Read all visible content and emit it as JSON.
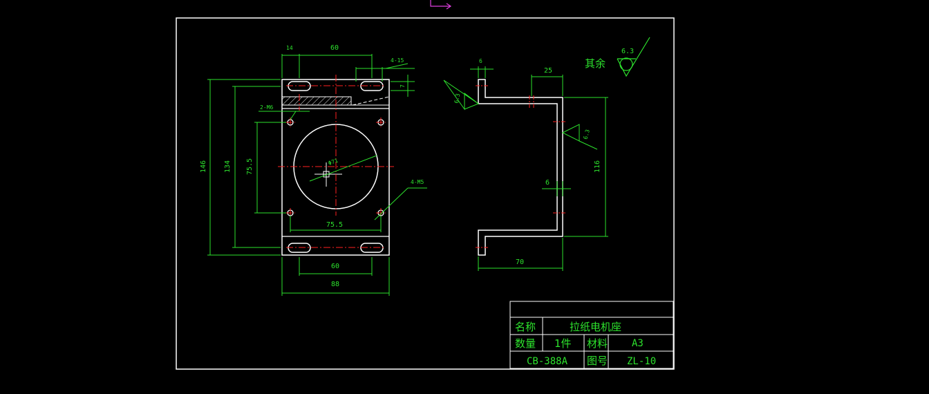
{
  "drawing": {
    "front_view": {
      "dims": {
        "top_offset": "14",
        "top_slot_spacing": "60",
        "slot_callout": "4-15",
        "slot_height": "7",
        "thread_callout": "2-M6",
        "overall_height": "146",
        "inner_height": "134",
        "hole_vertical": "75.5",
        "hole_horizontal": "75.5",
        "bore_diameter": "Φ71",
        "motor_thread_callout": "4-M5",
        "bottom_slot_spacing": "60",
        "overall_width": "88"
      }
    },
    "side_view": {
      "dims": {
        "flange_thickness": "6",
        "flange_length": "25",
        "roughness_left": "6.3",
        "roughness_right": "6.3",
        "height": "116",
        "wall_thickness": "6",
        "depth": "70"
      }
    },
    "roughness_note": {
      "label": "其余",
      "value": "6.3"
    },
    "title_block": {
      "name_label": "名称",
      "name_value": "拉纸电机座",
      "qty_label": "数量",
      "qty_value": "1件",
      "material_label": "材料",
      "material_value": "A3",
      "part_code": "CB-388A",
      "drawing_no_label": "图号",
      "drawing_no_value": "ZL-10"
    },
    "colors": {
      "background": "#000000",
      "outline": "#ffffff",
      "dimension": "#2de22d",
      "centerline": "#ff2020",
      "ucs_icon": "#e040e0"
    }
  }
}
